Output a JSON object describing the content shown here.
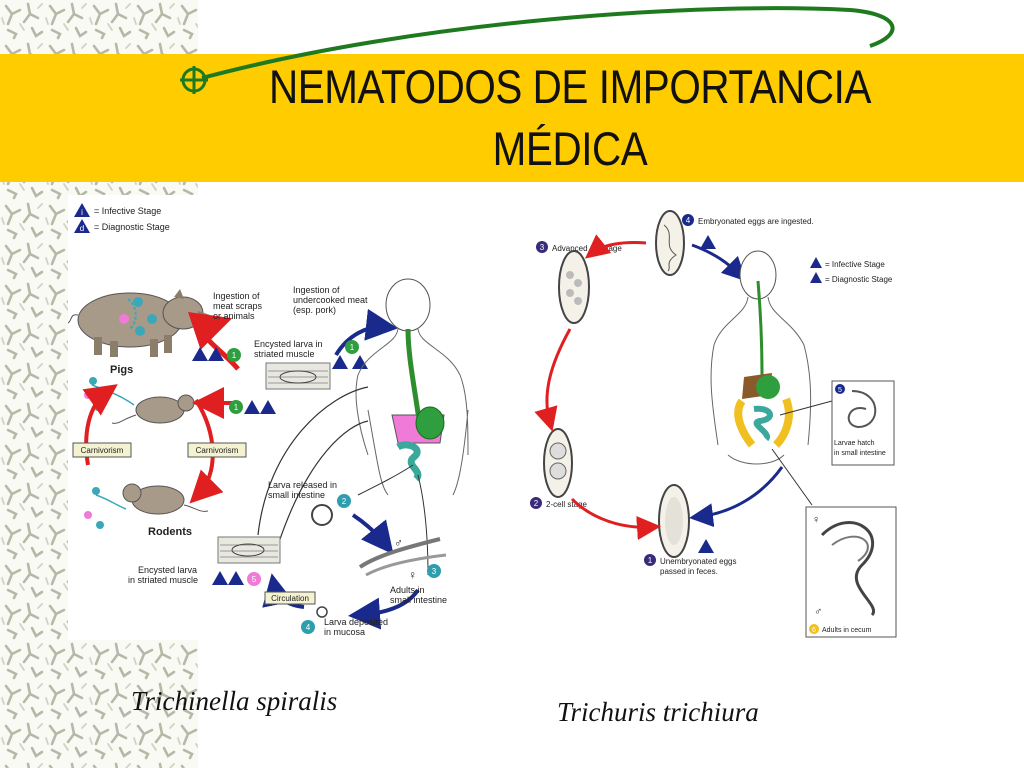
{
  "slide": {
    "title_line1": "NEMATODOS DE IMPORTANCIA",
    "title_line2": "MÉDICA",
    "colors": {
      "band": "#ffcc00",
      "orbit": "#1f7a1f",
      "red_arrow": "#e02020",
      "blue_arrow": "#1a2a8c",
      "gut": "#3aa89a",
      "liver": "#f07ad8"
    }
  },
  "trichinella": {
    "caption": "Trichinella spiralis",
    "legend": {
      "infective": "= Infective Stage",
      "diagnostic": "= Diagnostic Stage"
    },
    "badges": {
      "i": "i",
      "d": "d"
    },
    "labels": {
      "meat_scraps": [
        "Ingestion of",
        "meat scraps",
        "or animals"
      ],
      "undercooked": [
        "Ingestion of",
        "undercooked meat",
        "(esp. pork)"
      ],
      "encysted_top": [
        "Encysted larva in",
        "striated muscle"
      ],
      "pigs": "Pigs",
      "rodents": "Rodents",
      "carnivorism": "Carnivorism",
      "larva_released": [
        "Larva released in",
        "small intestine"
      ],
      "adults": [
        "Adults in",
        "small intestine"
      ],
      "larva_deposited": [
        "Larva deposited",
        "in mucosa"
      ],
      "circulation": "Circulation",
      "encysted_bottom": [
        "Encysted larva",
        "in striated muscle"
      ],
      "male": "♂",
      "female": "♀"
    },
    "stages": [
      "1",
      "2",
      "3",
      "4",
      "5"
    ]
  },
  "trichuris": {
    "caption": "Trichuris trichiura",
    "legend": {
      "infective": "= Infective Stage",
      "diagnostic": "= Diagnostic Stage"
    },
    "labels": {
      "embryonated": "Embryonated eggs are ingested.",
      "advanced": "Advanced cleavage",
      "two_cell": "2-cell stage",
      "unembryonated": [
        "Unembryonated eggs",
        "passed in feces."
      ],
      "larvae_hatch": [
        "Larvae hatch",
        "in small intestine"
      ],
      "adults_cecum": "Adults in cecum",
      "female": "♀",
      "male": "♂"
    },
    "stages": [
      "1",
      "2",
      "3",
      "4",
      "5",
      "6"
    ]
  }
}
